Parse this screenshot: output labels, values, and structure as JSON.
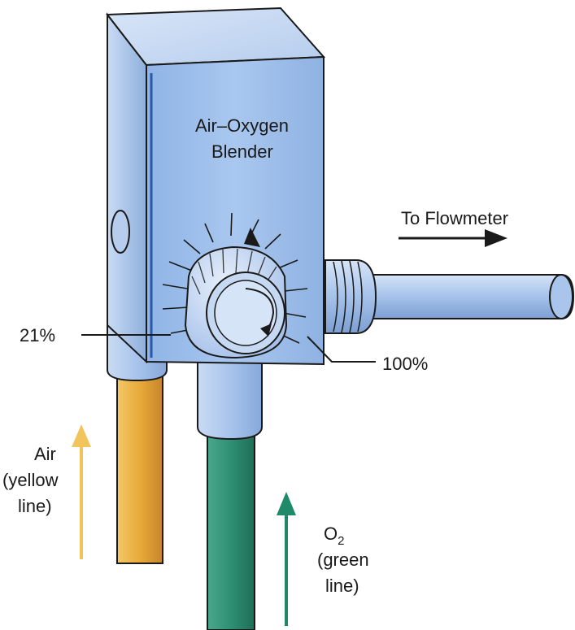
{
  "title": {
    "line1": "Air–Oxygen",
    "line2": "Blender"
  },
  "outlet": {
    "label": "To Flowmeter"
  },
  "dial": {
    "min_label": "21%",
    "max_label": "100%"
  },
  "air_line": {
    "line1": "Air",
    "line2": "(yellow",
    "line3": "line)"
  },
  "oxygen_line": {
    "label_main": "O",
    "label_sub": "2",
    "line2": "(green",
    "line3": "line)"
  },
  "colors": {
    "blender_body": "#8fb3e3",
    "blender_front": "#9dbfea",
    "blender_side": "#7fa6d9",
    "air_line": "#e8a93a",
    "oxygen_line": "#2e8f73",
    "air_arrow": "#f2c45c",
    "oxygen_arrow": "#1f8a6a",
    "outline": "#1a1a1a"
  }
}
